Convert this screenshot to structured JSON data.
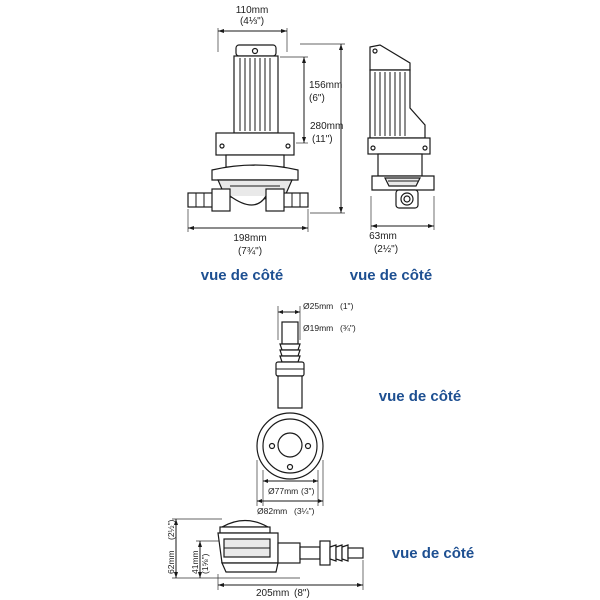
{
  "dimensions": {
    "top_width": {
      "mm": "110mm",
      "inch": "(4⅓\")"
    },
    "motor_height": {
      "mm": "156mm",
      "inch": "(6\")"
    },
    "total_height": {
      "mm": "280mm",
      "inch": "(11\")"
    },
    "base_length": {
      "mm": "198mm",
      "inch": "(7¾\")"
    },
    "side_depth": {
      "mm": "63mm",
      "inch": "(2½\")"
    },
    "outer_diameter": {
      "mm": "Ø25mm",
      "inch": "(1\")"
    },
    "inner_diameter": {
      "mm": "Ø19mm",
      "inch": "(¾\")"
    },
    "bowl_inner": {
      "mm": "Ø77mm",
      "inch": "(3\")"
    },
    "bowl_outer": {
      "mm": "Ø82mm",
      "inch": "(3¼\")"
    },
    "height_total": {
      "mm": "62mm",
      "inch": "(2½\")"
    },
    "height_body": {
      "mm": "41mm",
      "inch": "(1⅝\")"
    },
    "length_total": {
      "mm": "205mm",
      "inch": "(8\")"
    }
  },
  "captions": {
    "view1": "vue de côté",
    "view2": "vue de côté",
    "view3": "vue de côté",
    "view4": "vue de côté"
  }
}
